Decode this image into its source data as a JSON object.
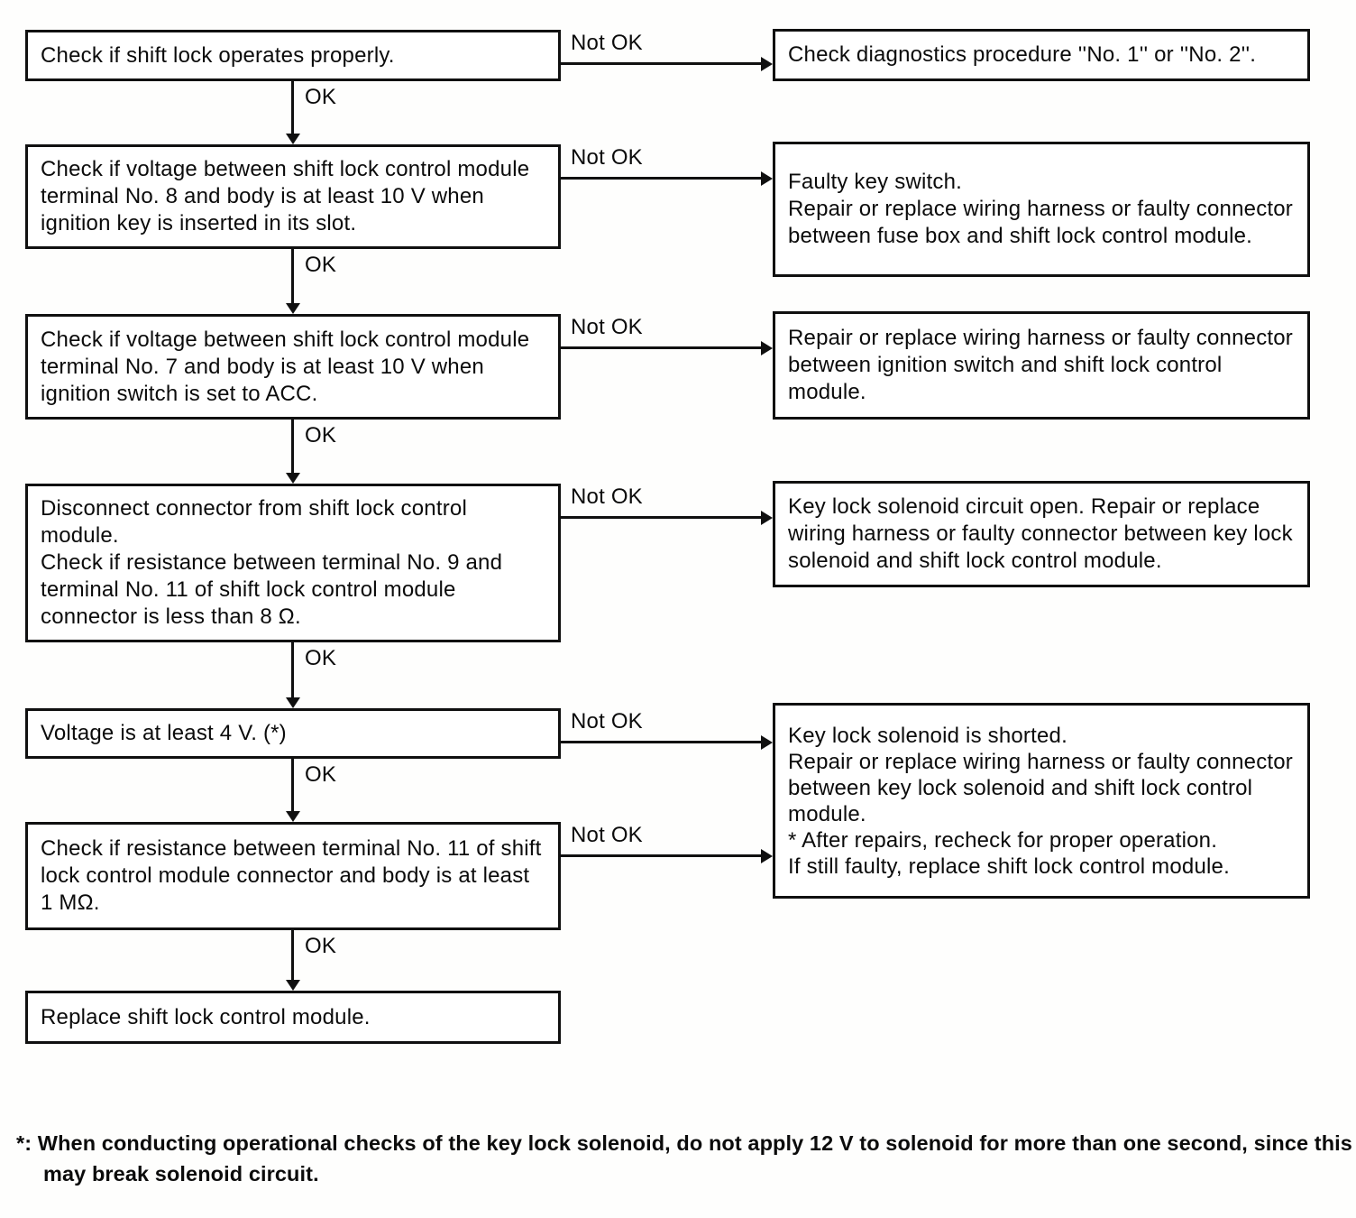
{
  "flowchart": {
    "labels": {
      "ok": "OK",
      "not_ok": "Not OK"
    },
    "steps": [
      {
        "id": "check-shift-lock-operation",
        "text": "Check if shift lock operates properly."
      },
      {
        "id": "check-terminal-8-voltage",
        "text": "Check if voltage between shift lock control module terminal No. 8 and body is at least 10 V when ignition key is inserted in its slot."
      },
      {
        "id": "check-terminal-7-voltage",
        "text": "Check if voltage between shift lock control module terminal No. 7 and body is at least 10 V when ignition switch is set to ACC."
      },
      {
        "id": "check-terminal-9-11-resistance",
        "text": "Disconnect connector from shift lock control module.\nCheck if resistance between terminal No. 9 and terminal No. 11 of shift lock control module connector is less than 8 Ω."
      },
      {
        "id": "check-voltage-4v",
        "text": "Voltage is at least 4 V. (*)"
      },
      {
        "id": "check-terminal-11-body-resistance",
        "text": "Check if resistance between terminal No. 11 of shift lock control module connector and body is at least 1 MΩ."
      },
      {
        "id": "replace-module",
        "text": "Replace shift lock control module."
      }
    ],
    "results": [
      {
        "id": "check-diagnostics-procedure",
        "text": "Check diagnostics procedure ''No. 1'' or ''No. 2''."
      },
      {
        "id": "faulty-key-switch",
        "text": "Faulty key switch.\nRepair or replace wiring harness or faulty connector between fuse box and shift lock control module."
      },
      {
        "id": "repair-ignition-switch-wiring",
        "text": "Repair or replace wiring harness or faulty connector between ignition switch and shift lock control module."
      },
      {
        "id": "key-lock-solenoid-circuit-open",
        "text": "Key lock solenoid circuit open. Repair or replace wiring harness or faulty connector between key lock solenoid and shift lock control module."
      },
      {
        "id": "key-lock-solenoid-shorted",
        "text": "Key lock solenoid is shorted.\nRepair or replace wiring harness or faulty connector between key lock solenoid and shift lock control module.\n* After repairs, recheck for proper operation.\nIf still faulty, replace shift lock control module."
      }
    ],
    "footnote": "*: When conducting operational checks of the key lock solenoid, do not apply 12 V to solenoid for more than one second, since this may break solenoid circuit."
  }
}
